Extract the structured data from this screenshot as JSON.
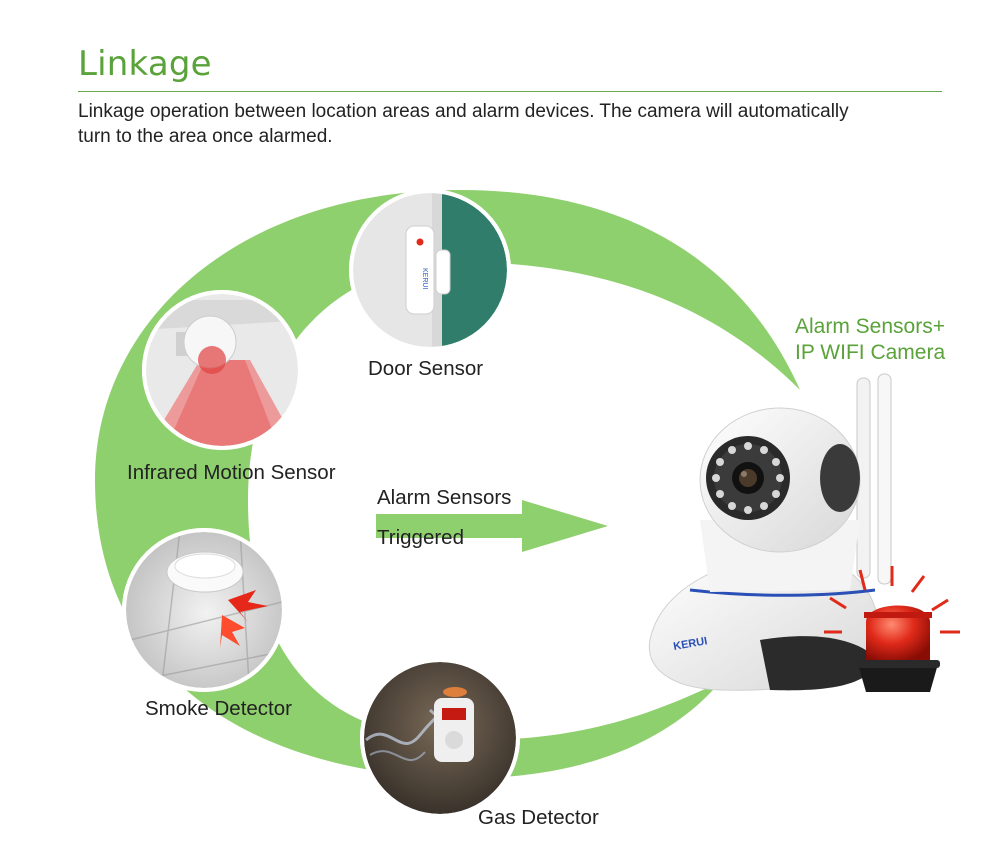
{
  "header": {
    "title": "Linkage",
    "description_line1": "Linkage operation between location areas and alarm devices. The camera will automatically",
    "description_line2": "turn to the area once alarmed."
  },
  "devices": {
    "door": "Door Sensor",
    "pir": "Infrared Motion Sensor",
    "smoke": "Smoke Detector",
    "gas": "Gas Detector"
  },
  "center": {
    "line1": "Alarm Sensors",
    "line2": "Triggered"
  },
  "camera": {
    "line1": "Alarm Sensors+",
    "line2": "IP WIFI Camera",
    "brand": "KERUI"
  },
  "colors": {
    "accent_green": "#5aa23a",
    "ring_green": "#8fd06e",
    "alarm_red": "#e02a1a"
  }
}
